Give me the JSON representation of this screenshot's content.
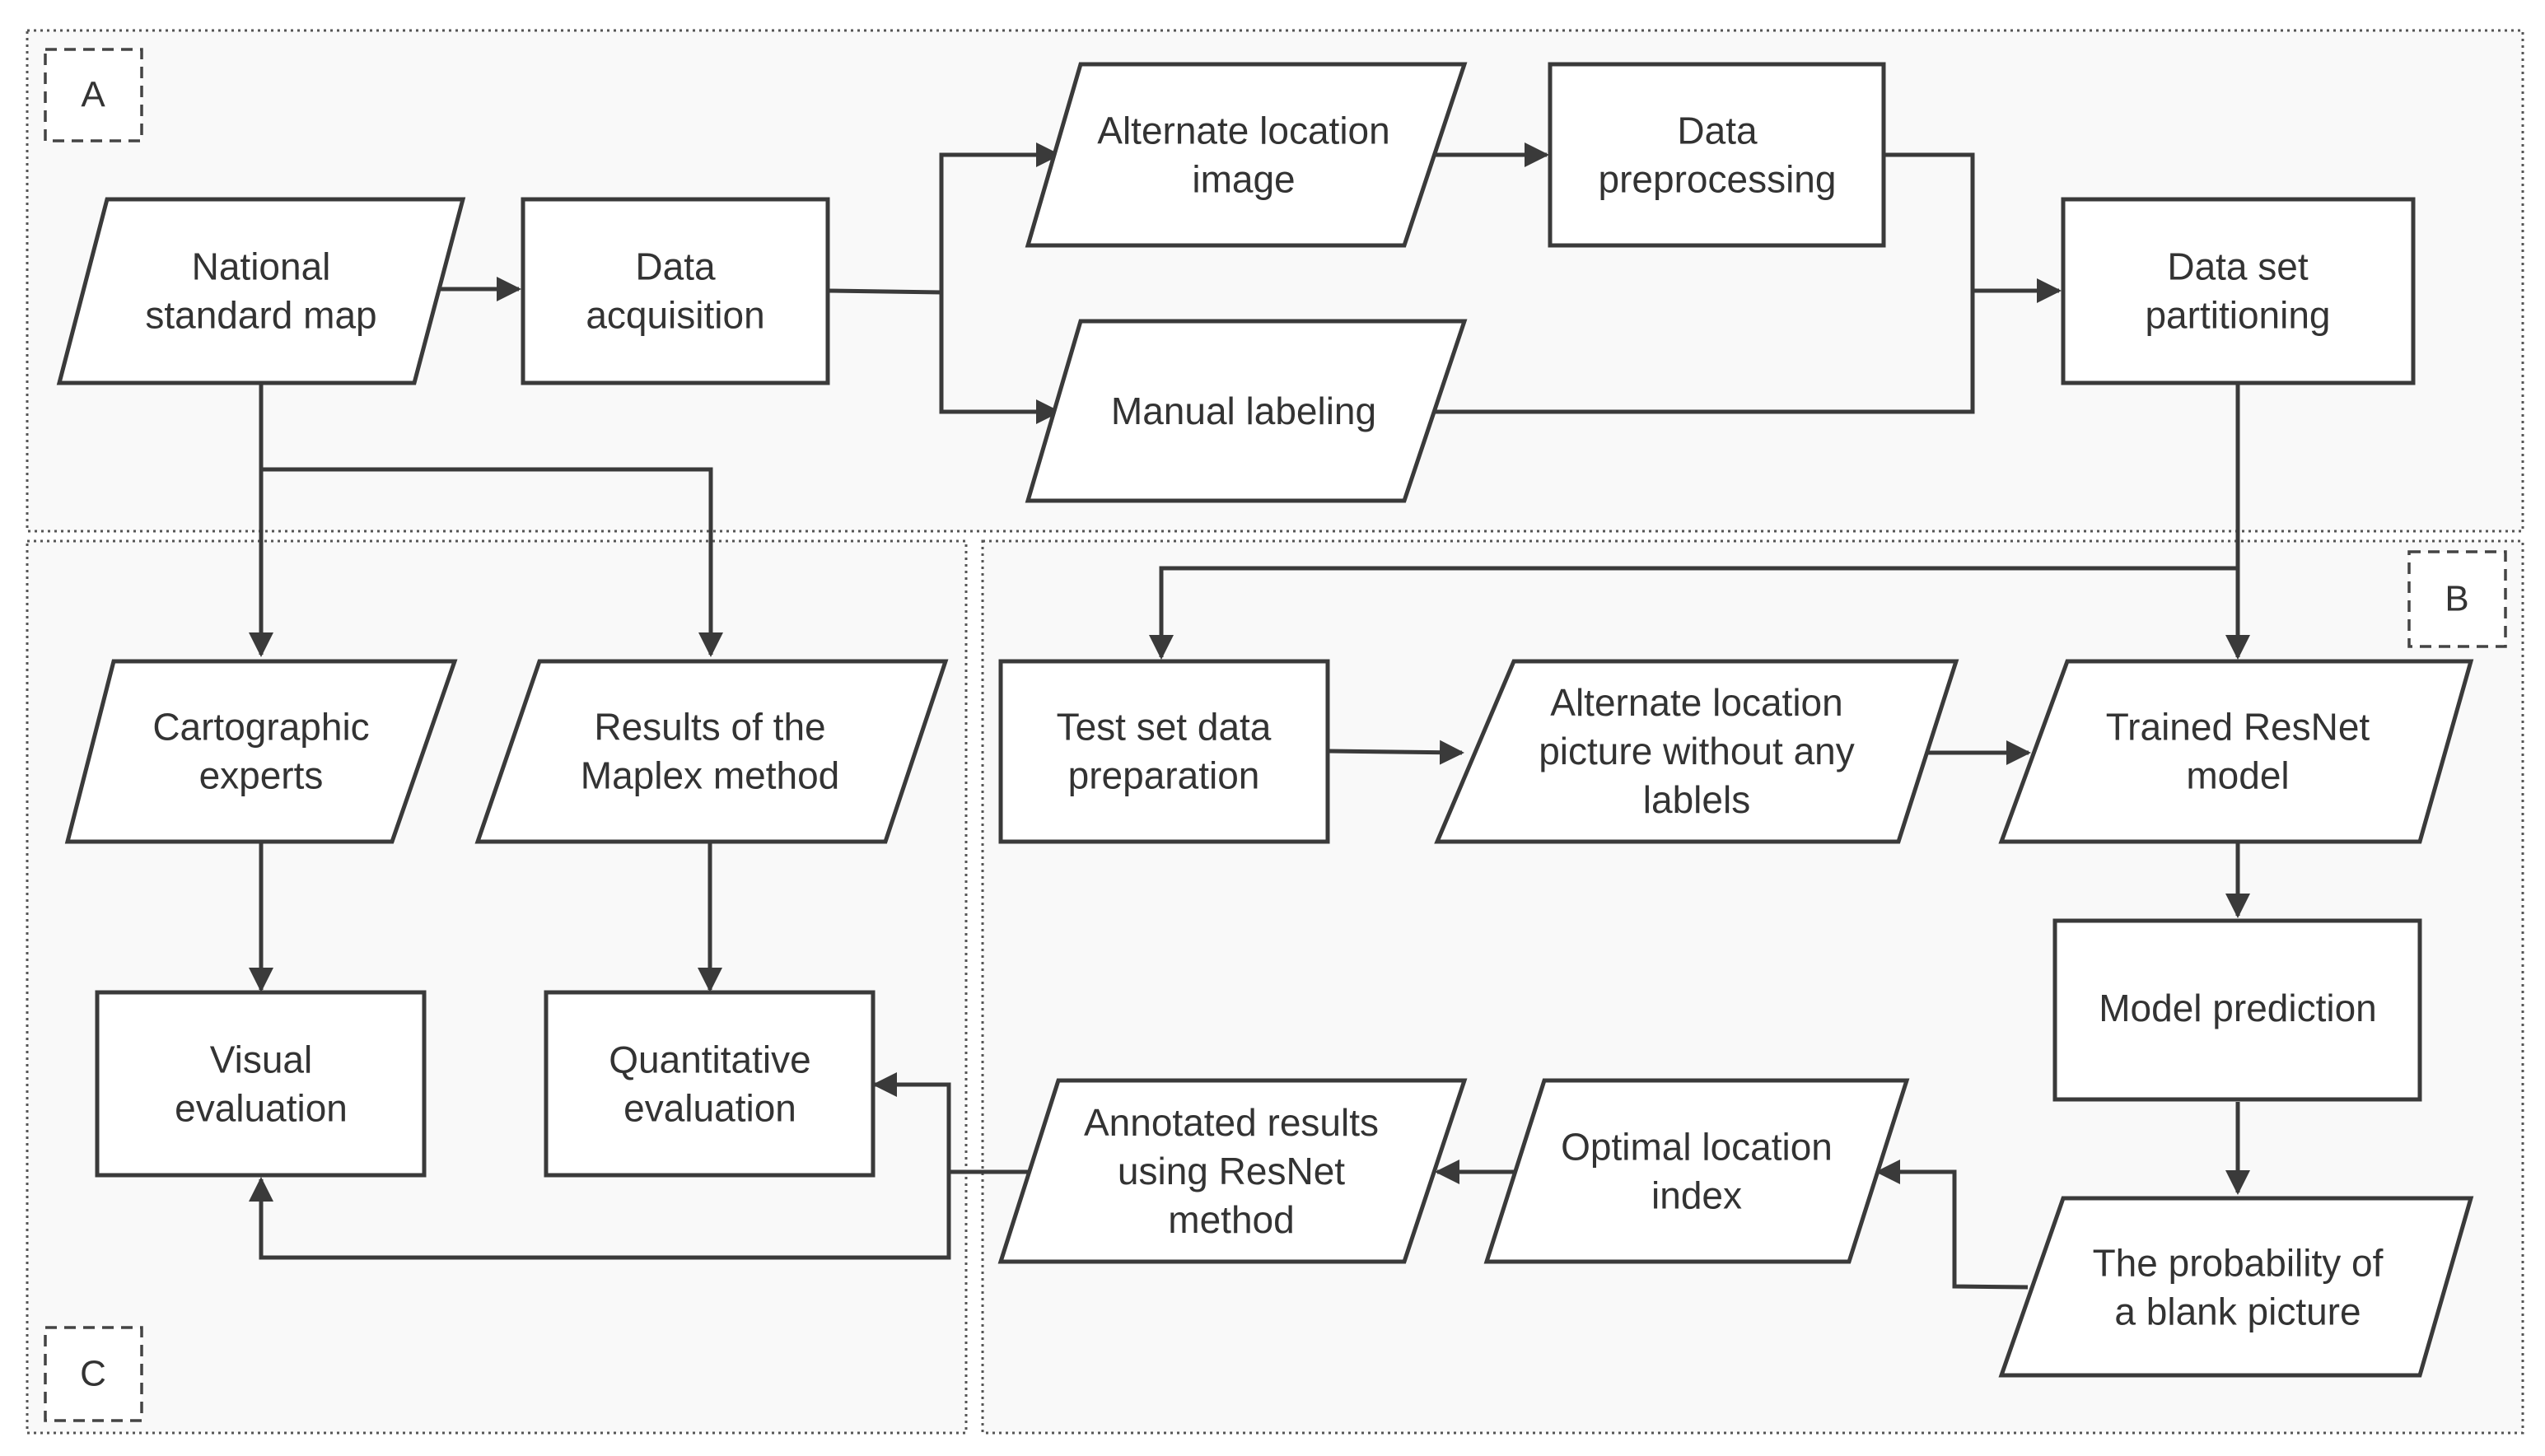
{
  "colors": {
    "stroke": "#3a3a3a",
    "text": "#333333",
    "region_fill": "#f9f9f9",
    "node_fill": "#ffffff"
  },
  "regions": {
    "A": "A",
    "B": "B",
    "C": "C"
  },
  "nodes": {
    "national_standard_map": [
      "National",
      "standard map"
    ],
    "data_acquisition": [
      "Data",
      "acquisition"
    ],
    "alternate_location_image": [
      "Alternate location",
      "image"
    ],
    "data_preprocessing": [
      "Data",
      "preprocessing"
    ],
    "manual_labeling": [
      "Manual labeling"
    ],
    "data_set_partitioning": [
      "Data set",
      "partitioning"
    ],
    "cartographic_experts": [
      "Cartographic",
      "experts"
    ],
    "results_maplex": [
      "Results of the",
      "Maplex method"
    ],
    "visual_evaluation": [
      "Visual",
      "evaluation"
    ],
    "quantitative_evaluation": [
      "Quantitative",
      "evaluation"
    ],
    "test_set_data_preparation": [
      "Test set data",
      "preparation"
    ],
    "alternate_location_picture": [
      "Alternate location",
      "picture without any",
      "lablels"
    ],
    "trained_resnet_model": [
      "Trained ResNet",
      "model"
    ],
    "model_prediction": [
      "Model prediction"
    ],
    "probability_blank_picture": [
      "The probability of",
      "a blank picture"
    ],
    "optimal_location_index": [
      "Optimal location",
      "index"
    ],
    "annotated_results_resnet": [
      "Annotated results",
      "using ResNet",
      "method"
    ]
  }
}
